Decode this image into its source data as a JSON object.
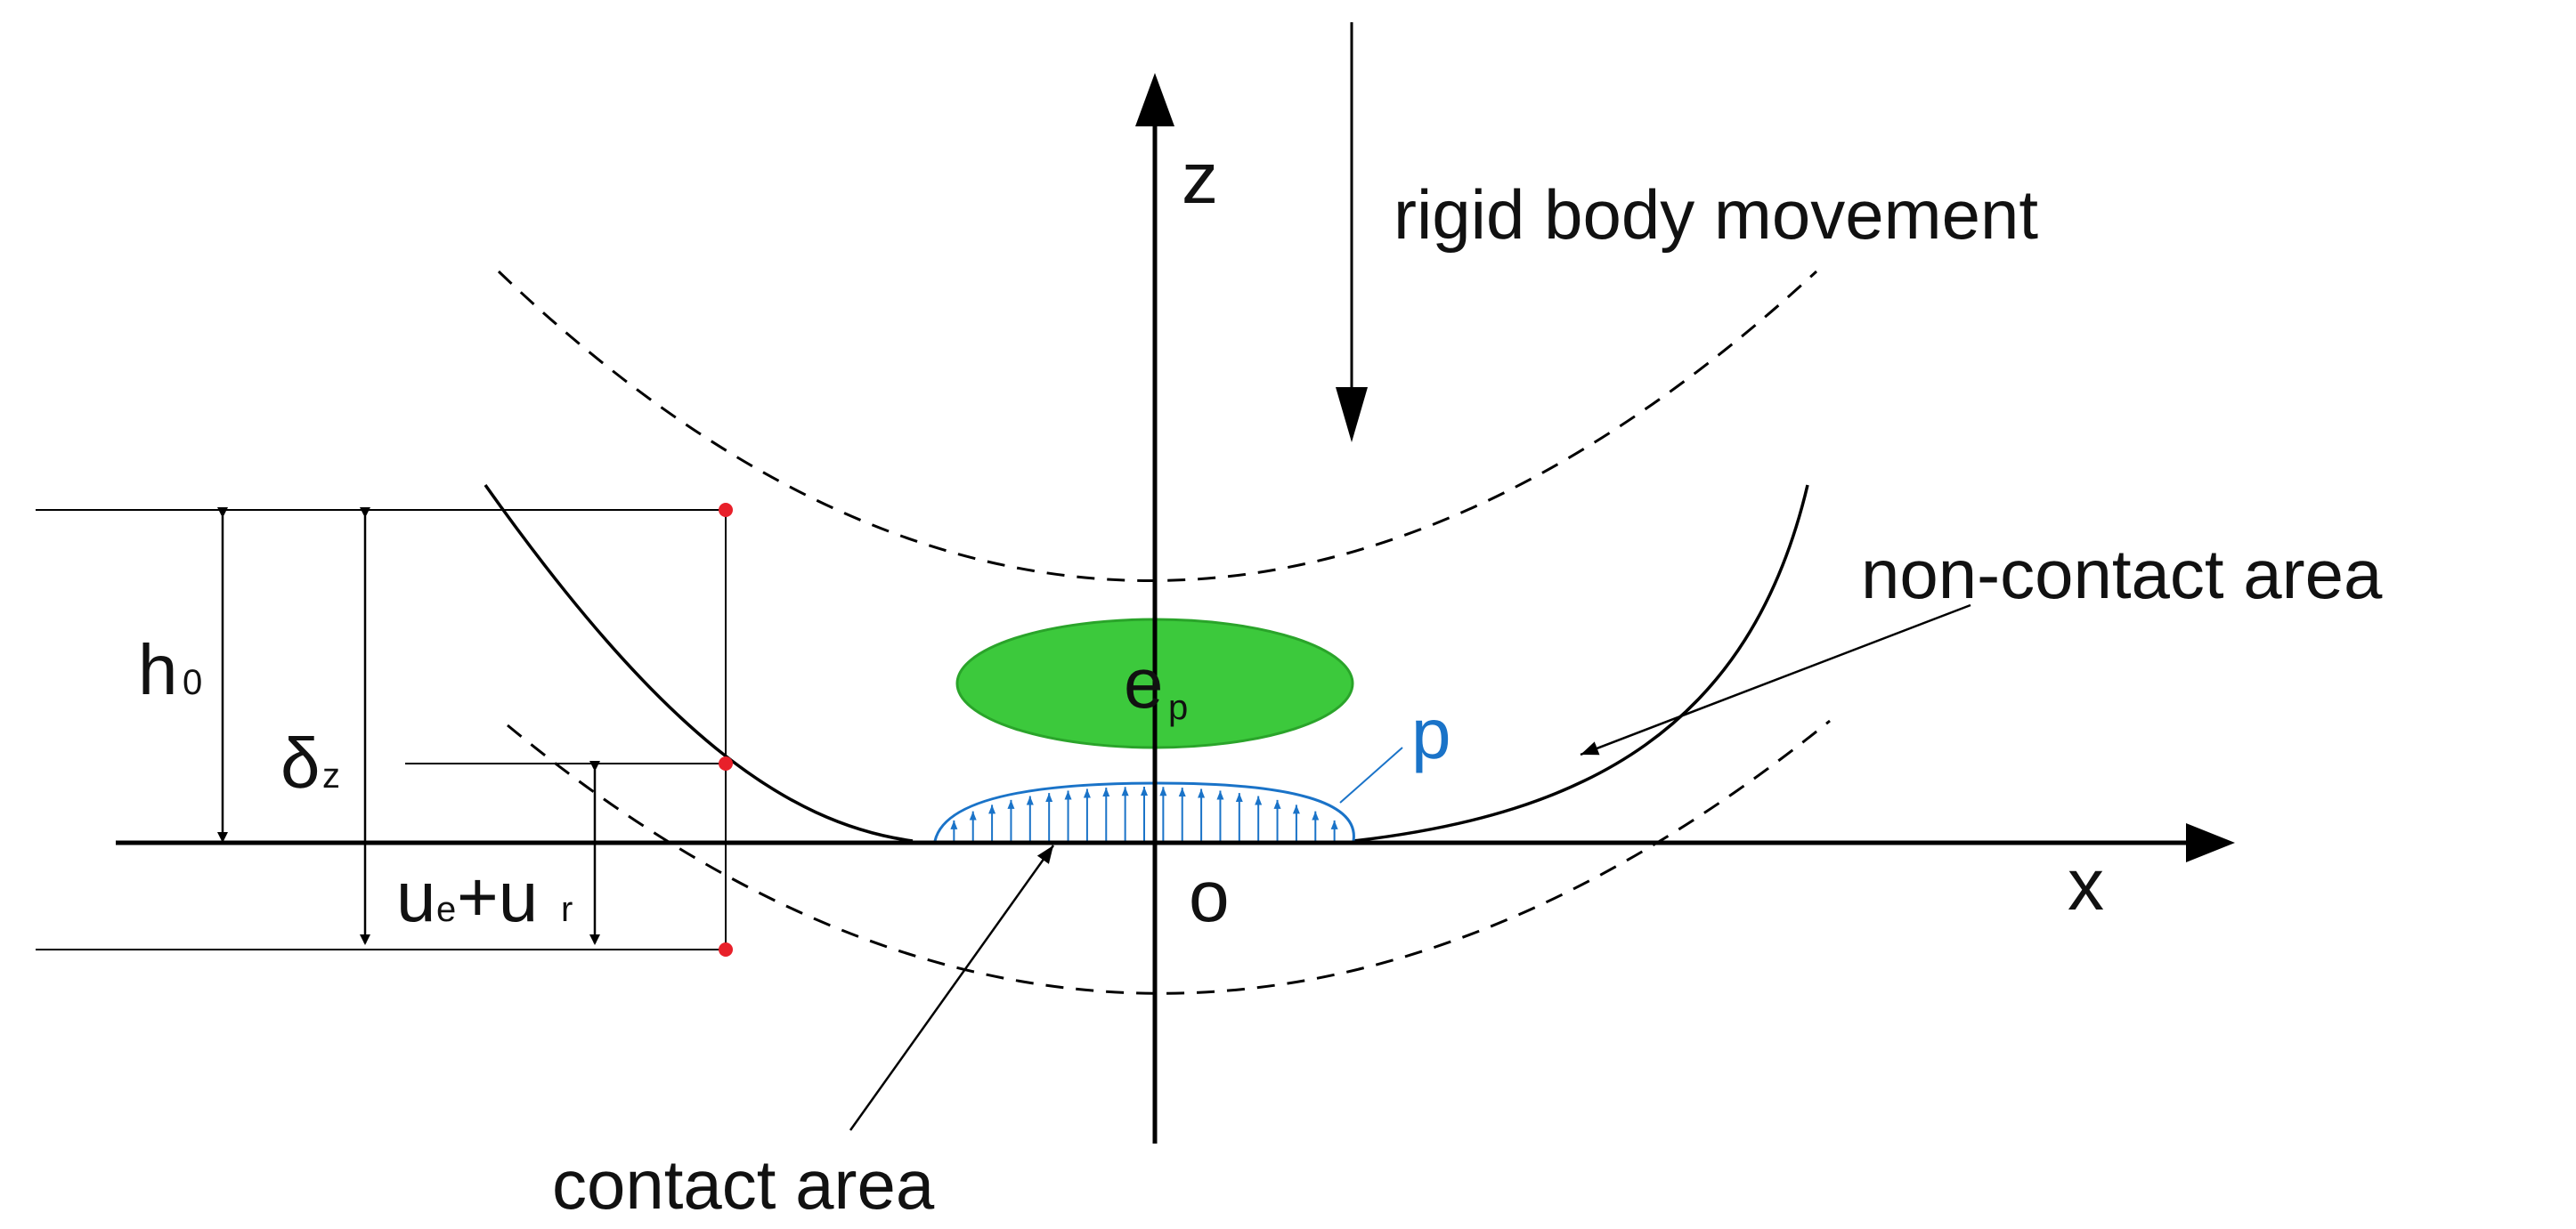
{
  "labels": {
    "z_axis": "z",
    "x_axis": "x",
    "origin": "o",
    "rigid_body_movement": "rigid body movement",
    "non_contact_area": "non-contact area",
    "contact_area": "contact area",
    "pressure": "p",
    "h0_main": "h",
    "h0_sub": "0",
    "delta_main": "δ",
    "delta_sub": "z",
    "ue_main": "u",
    "ue_sub": "e",
    "ur_plus": "+u",
    "ur_sub": "r",
    "ep_main": "e",
    "ep_sub": "p"
  },
  "colors": {
    "line": "#000000",
    "pressure": "#1a73c8",
    "ellipse_fill": "#3cc93c",
    "ellipse_stroke": "#2aa42a",
    "marker": "#e8202a"
  }
}
